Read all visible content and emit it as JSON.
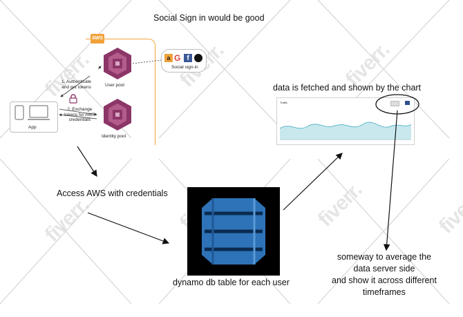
{
  "watermark": "fiverr.",
  "notes": {
    "social": "Social Sign in would be good",
    "fetch": "data is fetched and shown by the chart",
    "access": "Access AWS with credentials",
    "dynamo": "dynamo db table for each user",
    "average": [
      "someway to average the",
      "data server side",
      "and show it across different",
      "timeframes"
    ]
  },
  "aws": {
    "badge": "AWS",
    "step1": [
      "1. Authenticate",
      "and get tokens"
    ],
    "step2": [
      "2. Exchange",
      "tokens for AWS",
      "credentials"
    ],
    "user_pool": "User pool",
    "identity_pool": "Identity pool",
    "app": "App",
    "social_label": "Social sign-in",
    "social_icons": [
      "amazon-icon",
      "google-icon",
      "facebook-icon",
      "apple-icon"
    ]
  },
  "chart_thumb": {
    "title": "Traffic"
  },
  "colors": {
    "cognito": "#8c3668",
    "aws_orange": "#f0a23a",
    "dynamo": "#2e73b8",
    "chart_line": "#5cb8c7"
  }
}
